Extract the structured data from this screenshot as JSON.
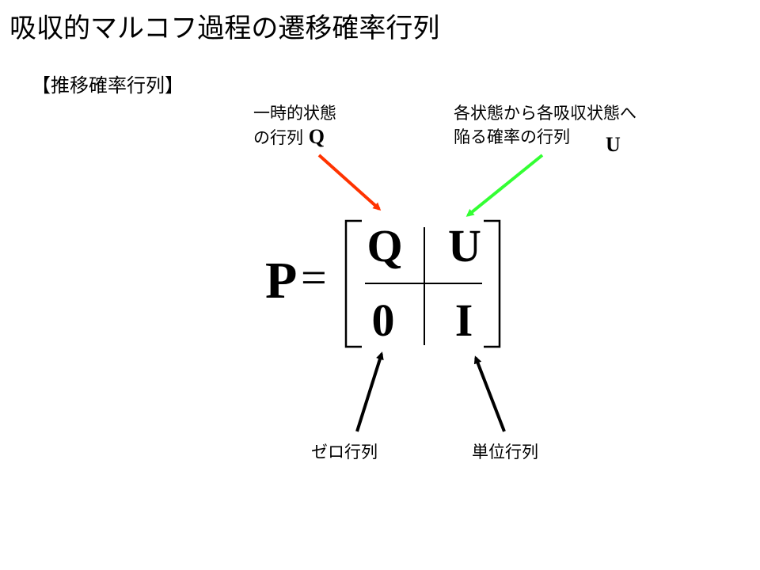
{
  "slide": {
    "title": "吸収的マルコフ過程の遷移確率行列",
    "section_heading": "【推移確率行列】"
  },
  "equation": {
    "lhs": "P",
    "equals": "=",
    "cells": {
      "top_left": "Q",
      "top_right": "U",
      "bottom_left": "0",
      "bottom_right": "I"
    }
  },
  "annotations": {
    "q": {
      "line1": "一時的状態",
      "line2": "の行列",
      "symbol": "Q",
      "arrow_color": "#ff3300"
    },
    "u": {
      "line1": "各状態から各吸収状態へ",
      "line2": "陥る確率の行列",
      "symbol": "U",
      "arrow_color": "#33ff33"
    },
    "zero": {
      "text": "ゼロ行列",
      "arrow_color": "#000000"
    },
    "identity": {
      "text": "単位行列",
      "arrow_color": "#000000"
    }
  }
}
